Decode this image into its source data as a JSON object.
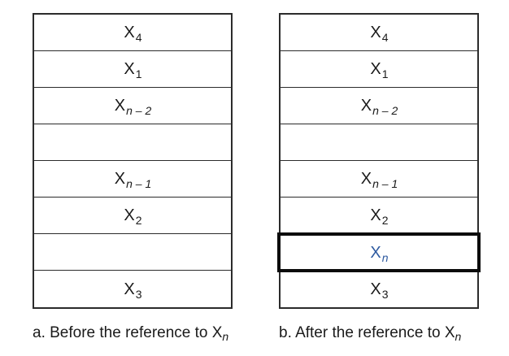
{
  "colors": {
    "background": "#ffffff",
    "text": "#1a1a1a",
    "grid_line": "#2b2b2b",
    "highlight_border": "#0b0b0b",
    "highlight_text": "#2e5aa0"
  },
  "figure": {
    "panels": [
      {
        "name": "before",
        "caption": "a. Before the reference to X",
        "caption_sub": "n",
        "rows": [
          {
            "base": "X",
            "sub": "4"
          },
          {
            "base": "X",
            "sub": "1"
          },
          {
            "base": "X",
            "sub": "n – 2"
          },
          {
            "base": "",
            "sub": ""
          },
          {
            "base": "X",
            "sub": "n – 1"
          },
          {
            "base": "X",
            "sub": "2"
          },
          {
            "base": "",
            "sub": ""
          },
          {
            "base": "X",
            "sub": "3"
          }
        ]
      },
      {
        "name": "after",
        "caption": "b. After the reference to X",
        "caption_sub": "n",
        "rows": [
          {
            "base": "X",
            "sub": "4"
          },
          {
            "base": "X",
            "sub": "1"
          },
          {
            "base": "X",
            "sub": "n – 2"
          },
          {
            "base": "",
            "sub": ""
          },
          {
            "base": "X",
            "sub": "n – 1"
          },
          {
            "base": "X",
            "sub": "2"
          },
          {
            "base": "X",
            "sub": "n",
            "highlight": true
          },
          {
            "base": "X",
            "sub": "3"
          }
        ]
      }
    ]
  }
}
